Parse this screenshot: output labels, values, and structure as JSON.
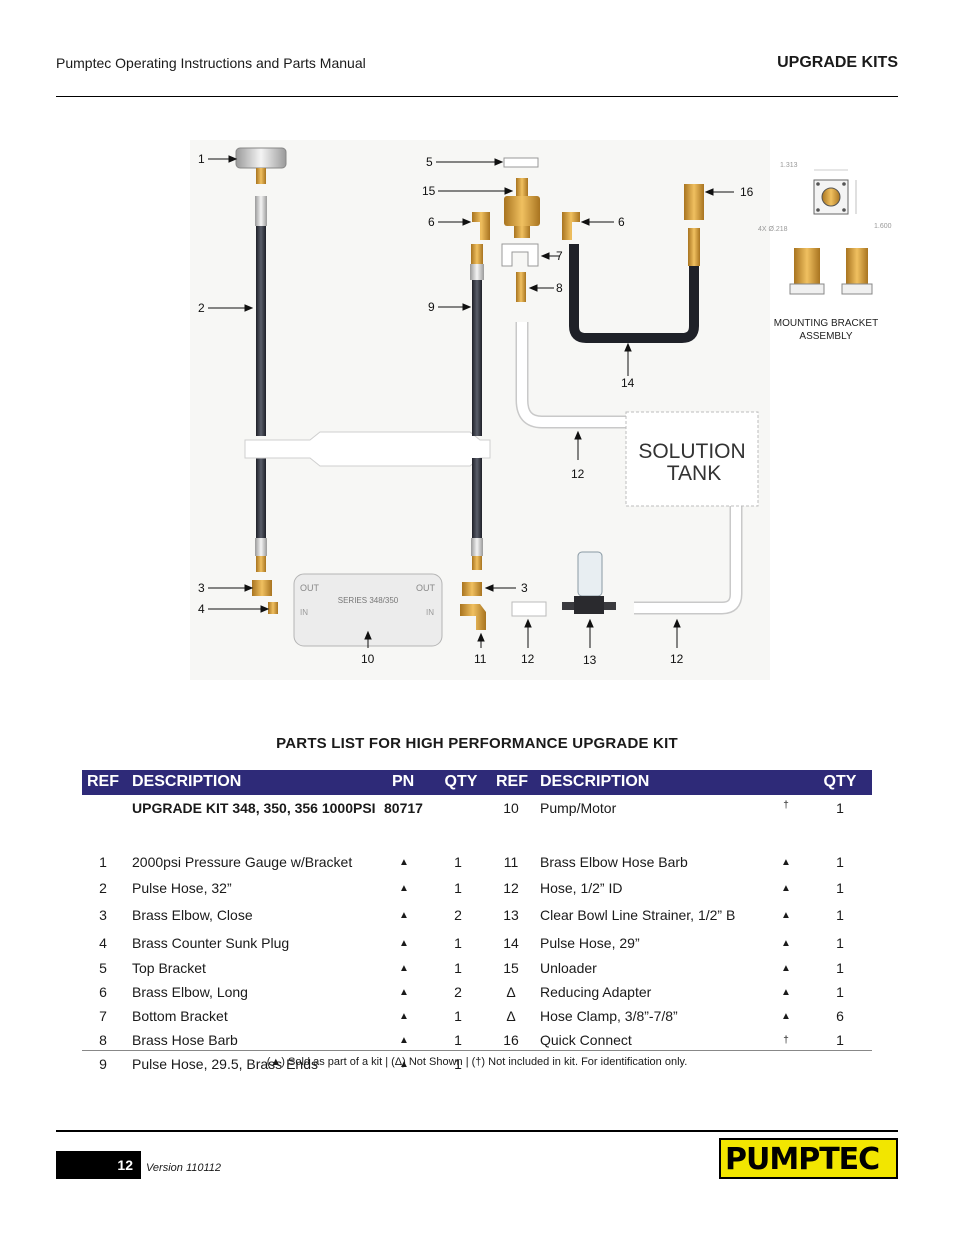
{
  "header": {
    "manual_title": "Pumptec Operating Instructions and Parts Manual",
    "section": "UPGRADE KITS"
  },
  "diagram": {
    "callouts": [
      "1",
      "2",
      "3",
      "4",
      "5",
      "6",
      "6",
      "7",
      "8",
      "9",
      "3",
      "10",
      "11",
      "12",
      "13",
      "12",
      "14",
      "12",
      "15",
      "16"
    ],
    "tank_label_line1": "SOLUTION",
    "tank_label_line2": "TANK",
    "device_top_text": "OUT",
    "device_top_text2": "OUT",
    "device_series_text": "SERIES 348/350",
    "device_in_text": "IN",
    "device_in_text2": "IN",
    "dim_width": "1.313",
    "dim_height": "1.600",
    "dim_holes": "4X Ø.218",
    "bracket_caption_line1": "MOUNTING BRACKET",
    "bracket_caption_line2": "ASSEMBLY"
  },
  "parts_title": "PARTS LIST FOR HIGH PERFORMANCE UPGRADE KIT",
  "table": {
    "headers": {
      "ref": "REF",
      "description": "DESCRIPTION",
      "pn": "PN",
      "qty": "QTY",
      "ref2": "REF",
      "description2": "DESCRIPTION",
      "qty2": "QTY"
    },
    "kit_row": {
      "description": "UPGRADE KIT 348, 350, 356  1000PSI",
      "pn": "80717",
      "ref2": "10",
      "description2": "Pump/Motor",
      "mark2": "†",
      "qty2": "1"
    },
    "rows": [
      {
        "ref": "1",
        "description": "2000psi Pressure Gauge w/Bracket",
        "mark": "▲",
        "qty": "1",
        "ref2": "11",
        "description2": "Brass Elbow Hose Barb",
        "mark2": "▲",
        "qty2": "1"
      },
      {
        "ref": "2",
        "description": "Pulse Hose, 32”",
        "mark": "▲",
        "qty": "1",
        "ref2": "12",
        "description2": "Hose, 1/2” ID",
        "mark2": "▲",
        "qty2": "1"
      },
      {
        "ref": "3",
        "description": "Brass Elbow, Close",
        "mark": "▲",
        "qty": "2",
        "ref2": "13",
        "description2": "Clear Bowl Line Strainer, 1/2” B",
        "mark2": "▲",
        "qty2": "1"
      },
      {
        "ref": "4",
        "description": "Brass Counter Sunk Plug",
        "mark": "▲",
        "qty": "1",
        "ref2": "14",
        "description2": "Pulse Hose, 29”",
        "mark2": "▲",
        "qty2": "1"
      },
      {
        "ref": "5",
        "description": "Top Bracket",
        "mark": "▲",
        "qty": "1",
        "ref2": "15",
        "description2": "Unloader",
        "mark2": "▲",
        "qty2": "1"
      },
      {
        "ref": "6",
        "description": "Brass Elbow, Long",
        "mark": "▲",
        "qty": "2",
        "ref2": "Δ",
        "description2": "Reducing Adapter",
        "mark2": "▲",
        "qty2": "1"
      },
      {
        "ref": "7",
        "description": "Bottom Bracket",
        "mark": "▲",
        "qty": "1",
        "ref2": "Δ",
        "description2": "Hose Clamp, 3/8”-7/8”",
        "mark2": "▲",
        "qty2": "6"
      },
      {
        "ref": "8",
        "description": "Brass Hose Barb",
        "mark": "▲",
        "qty": "1",
        "ref2": "16",
        "description2": "Quick Connect",
        "mark2": "†",
        "qty2": "1"
      },
      {
        "ref": "9",
        "description": "Pulse Hose, 29.5, Brass Ends",
        "mark": "▲",
        "qty": "1",
        "ref2": "",
        "description2": "",
        "mark2": "",
        "qty2": ""
      }
    ],
    "legend": "(▲) Sold as part of a kit | (Δ) Not Shown |  (†) Not included in kit. For identification only."
  },
  "footer": {
    "page_number": "12",
    "version": "Version 110112",
    "logo_text": "PUMPTEC"
  }
}
